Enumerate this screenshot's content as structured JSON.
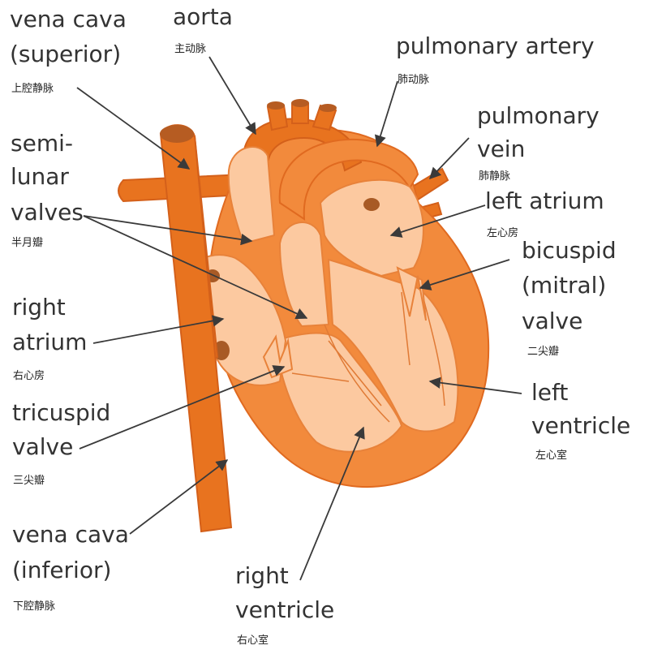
{
  "colors": {
    "vessel": "#e8731f",
    "chamber": "#fcc9a0",
    "label_text": "#333333",
    "arrow": "#3a3a3a"
  },
  "labels": {
    "vena_cava_superior": {
      "line1": "vena cava",
      "line2": "(superior)",
      "zh": "上腔静脉"
    },
    "aorta": {
      "en": "aorta",
      "zh": "主动脉"
    },
    "pulmonary_artery": {
      "en": "pulmonary artery",
      "zh": "肺动脉"
    },
    "pulmonary_vein": {
      "line1": "pulmonary",
      "line2": "vein",
      "zh": "肺静脉"
    },
    "left_atrium": {
      "en": "left atrium",
      "zh": "左心房"
    },
    "semilunar_valves": {
      "line1": "semi-",
      "line2": "lunar",
      "line3": "valves",
      "zh": "半月瓣"
    },
    "bicuspid_valve": {
      "line1": "bicuspid",
      "line2": "(mitral)",
      "line3": "valve",
      "zh": "二尖瓣"
    },
    "right_atrium": {
      "line1": "right",
      "line2": "atrium",
      "zh": "右心房"
    },
    "tricuspid_valve": {
      "line1": "tricuspid",
      "line2": "valve",
      "zh": "三尖瓣"
    },
    "left_ventricle": {
      "line1": "left",
      "line2": "ventricle",
      "zh": "左心室"
    },
    "vena_cava_inferior": {
      "line1": "vena cava",
      "line2": "(inferior)",
      "zh": "下腔静脉"
    },
    "right_ventricle": {
      "line1": "right",
      "line2": "ventricle",
      "zh": "右心室"
    }
  }
}
